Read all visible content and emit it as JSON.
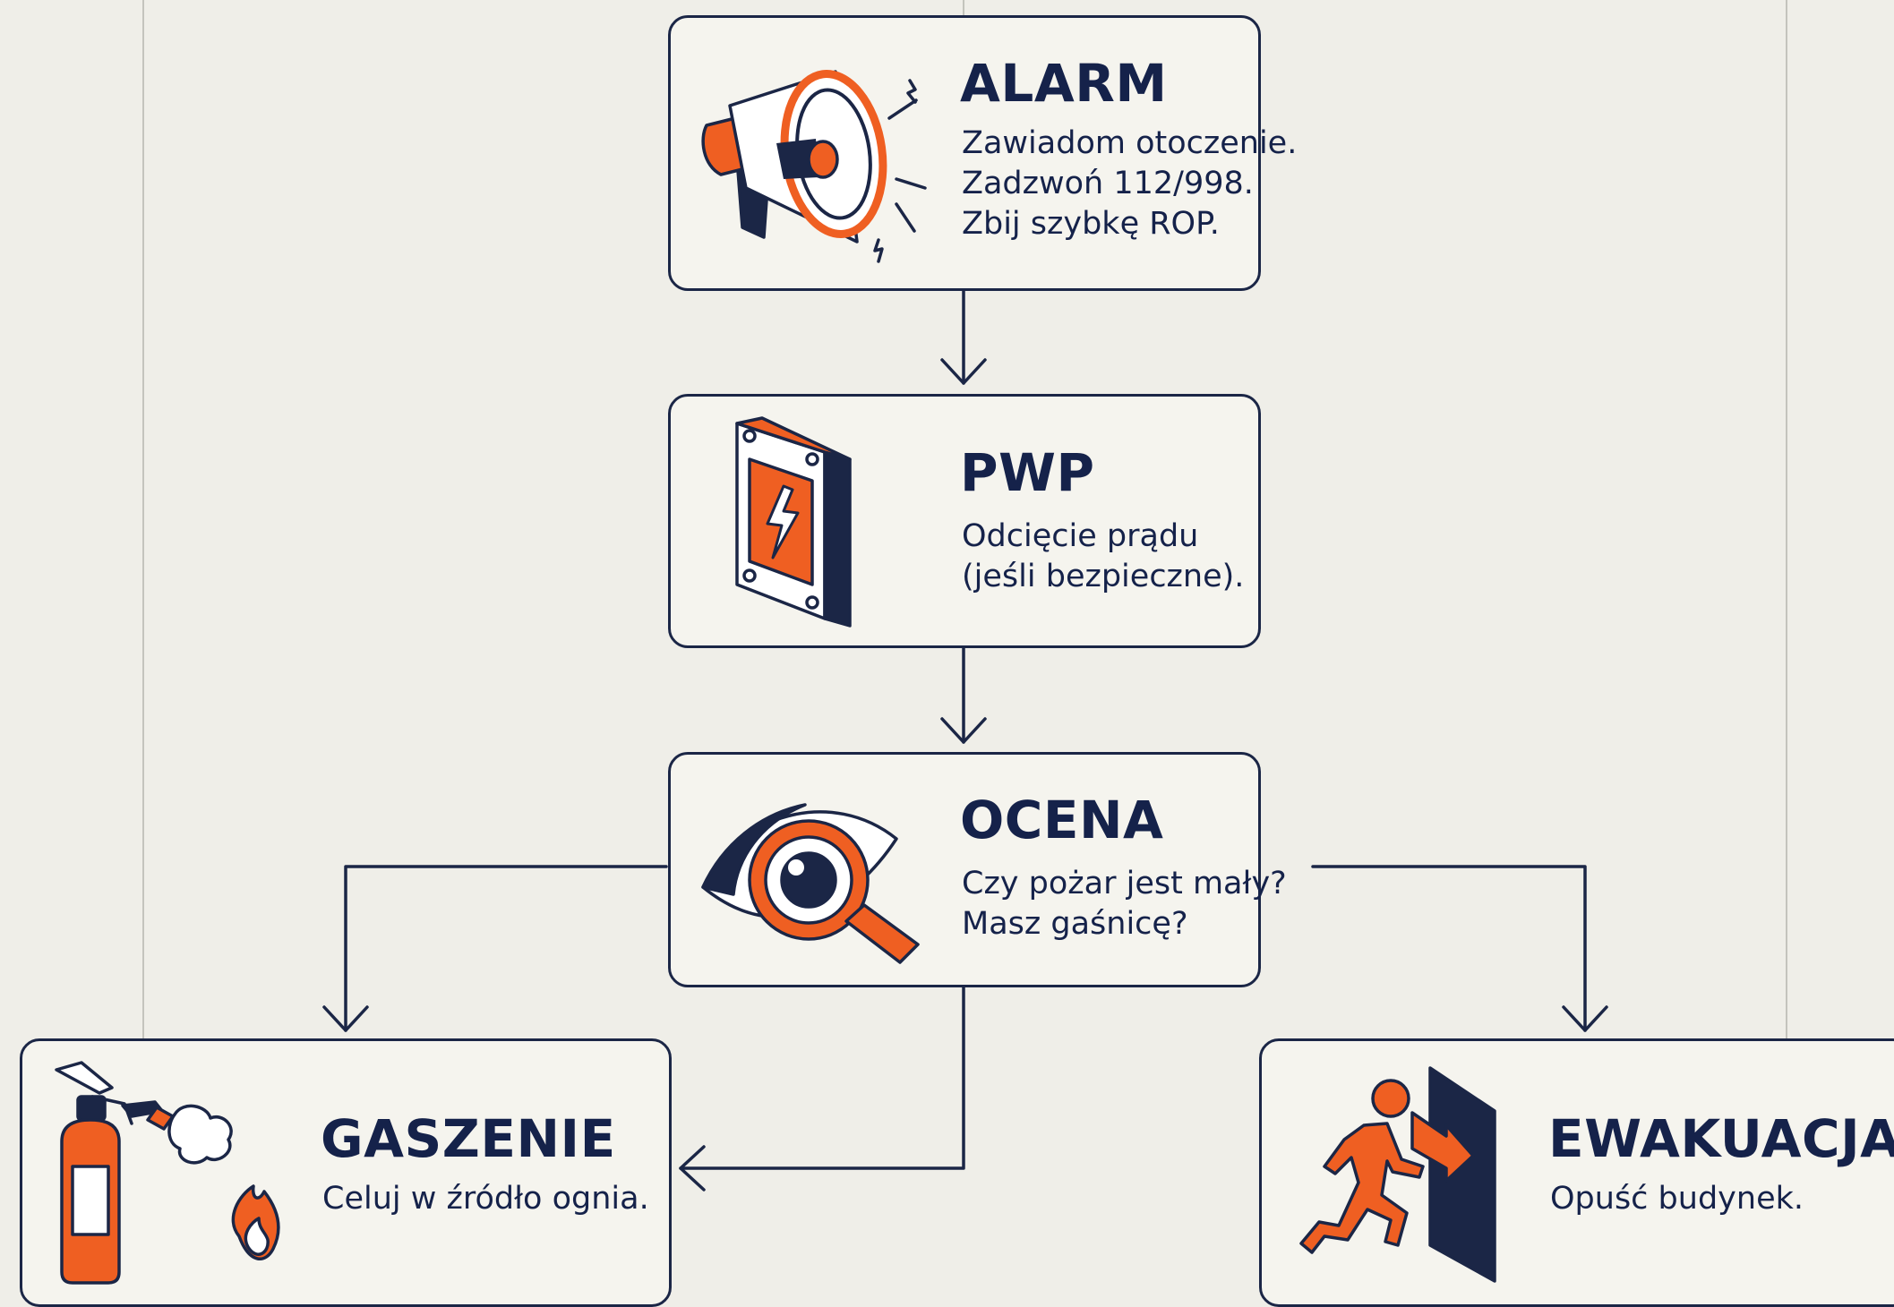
{
  "colors": {
    "background": "#efeee8",
    "box_fill": "#f5f4ee",
    "navy": "#1b2646",
    "text": "#15224a",
    "orange": "#ef5f22",
    "white": "#ffffff"
  },
  "nodes": {
    "alarm": {
      "title": "ALARM",
      "lines": [
        "Zawiadom otoczenie.",
        "Zadzwoń 112/998.",
        "Zbij szybkę ROP."
      ],
      "icon": "megaphone-icon"
    },
    "pwp": {
      "title": "PWP",
      "lines": [
        "Odcięcie prądu",
        "(jeśli bezpieczne)."
      ],
      "icon": "power-switch-icon"
    },
    "ocena": {
      "title": "OCENA",
      "lines": [
        "Czy pożar jest mały?",
        "Masz gaśnicę?"
      ],
      "icon": "eye-magnifier-icon"
    },
    "gaszenie": {
      "title": "GASZENIE",
      "lines": [
        "Celuj w źródło ognia."
      ],
      "icon": "fire-extinguisher-icon"
    },
    "ewakuacja": {
      "title": "EWAKUACJA",
      "lines": [
        "Opuść budynek."
      ],
      "icon": "running-exit-icon"
    }
  }
}
